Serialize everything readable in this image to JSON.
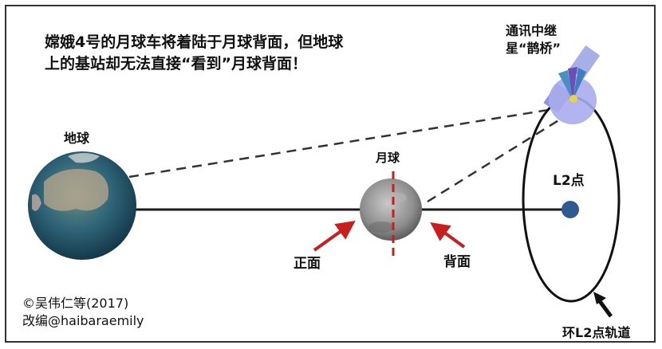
{
  "headline": {
    "line1": "嫦娥4号的月球车将着陆于月球背面，但地球",
    "line2": "上的基站却无法直接“看到”月球背面！"
  },
  "labels": {
    "earth": "地球",
    "moon": "月球",
    "l2_point": "L2点",
    "near_side": "正面",
    "far_side": "背面",
    "relay_satellite_line1": "通讯中继",
    "relay_satellite_line2": "星“鹊桥”",
    "l2_orbit": "环L2点轨道"
  },
  "credit": {
    "line1": "©吴伟仁等(2017)",
    "line2": "改编@haibaraemily"
  },
  "colors": {
    "earth_ocean": "#2e5f73",
    "moon_gray": "#9a9a9a",
    "l2_dot": "#2f5a8f",
    "red_arrow": "#c81e1e",
    "satellite": "#8f95e0",
    "line": "#1a1a1a"
  }
}
